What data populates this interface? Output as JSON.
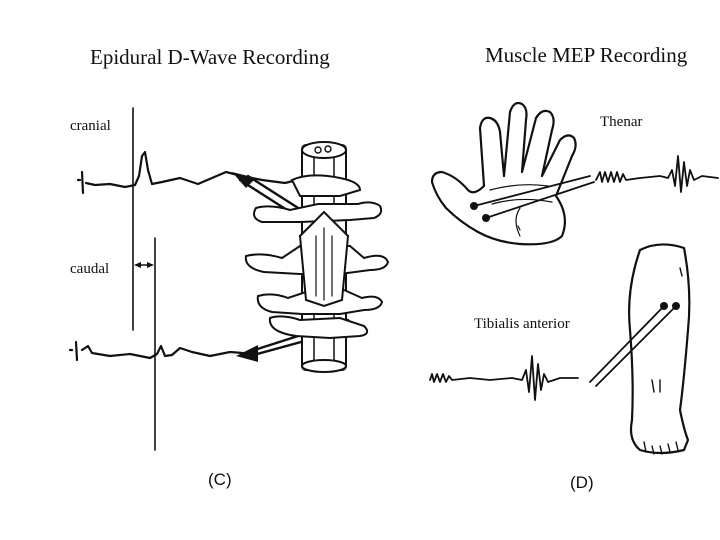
{
  "panel_c": {
    "title": "Epidural D-Wave Recording",
    "label_cranial": "cranial",
    "label_caudal": "caudal",
    "panel_label": "(C)"
  },
  "panel_d": {
    "title": "Muscle MEP Recording",
    "label_thenar": "Thenar",
    "label_tibialis": "Tibialis anterior",
    "panel_label": "(D)"
  },
  "colors": {
    "ink": "#111111",
    "background": "#ffffff"
  }
}
